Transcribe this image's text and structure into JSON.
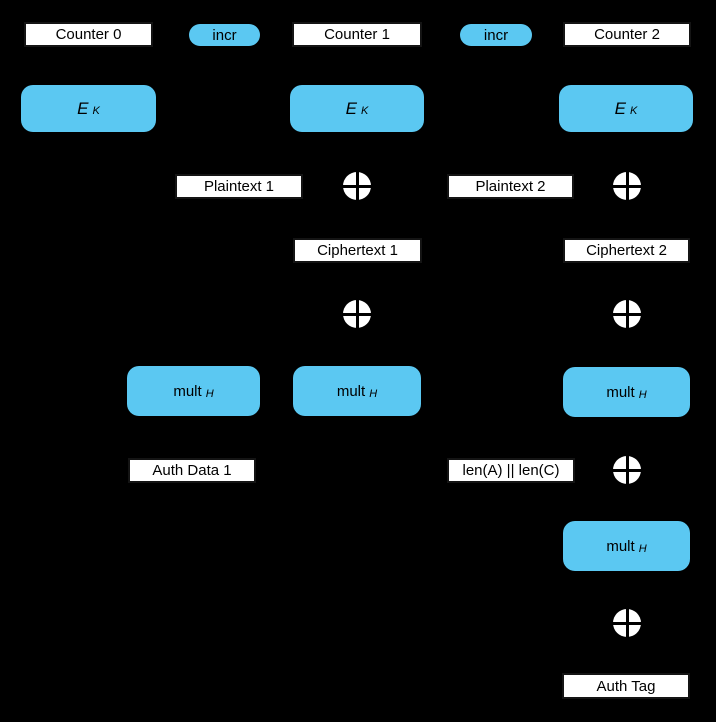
{
  "colors": {
    "background": "#000000",
    "block-blue": "#5BC8F2",
    "box-white": "#FFFFFF",
    "text": "#000000"
  },
  "nodes": {
    "counter0": "Counter 0",
    "incr_left": "incr",
    "counter1": "Counter 1",
    "incr_right": "incr",
    "counter2": "Counter 2",
    "ek_main": "E",
    "ek_sub": "K",
    "plaintext1": "Plaintext 1",
    "plaintext2": "Plaintext 2",
    "ciphertext1": "Ciphertext 1",
    "ciphertext2": "Ciphertext 2",
    "mult_main": "mult",
    "mult_sub": "H",
    "auth_data1": "Auth Data 1",
    "len_label": "len(A) || len(C)",
    "auth_tag": "Auth Tag"
  },
  "icons": {
    "xor": "circle-plus-xor"
  }
}
